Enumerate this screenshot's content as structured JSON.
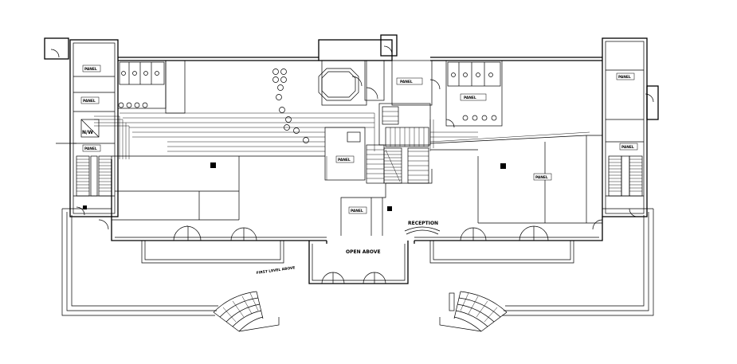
{
  "plan": {
    "labels": {
      "reception": "RECEPTION",
      "open_above": "OPEN ABOVE",
      "nw": "N/W",
      "first_level_above": "FIRST LEVEL ABOVE"
    },
    "room_tags": [
      "PANEL",
      "PANEL",
      "PANEL",
      "PANEL",
      "PANEL",
      "PANEL",
      "PANEL",
      "PANEL",
      "PANEL",
      "PANEL"
    ],
    "colors": {
      "line": "#000000",
      "background": "#ffffff"
    }
  }
}
